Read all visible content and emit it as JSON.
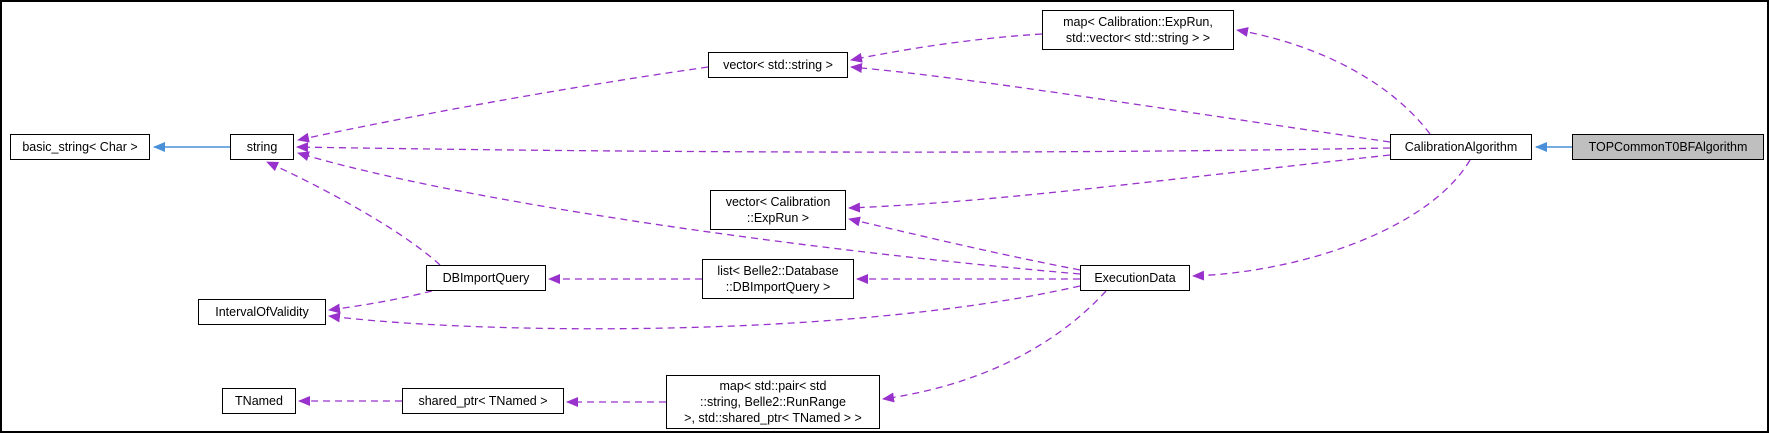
{
  "diagram": {
    "kind": "doxygen-collaboration-graph",
    "current_class": "TOPCommonT0BFAlgorithm",
    "colors": {
      "usage_edge": "#9932cc",
      "inheritance_edge": "#4a90d9",
      "node_fill": "#ffffff",
      "node_border": "#000000",
      "current_node_fill": "#bfbfbf"
    },
    "nodes": {
      "basic_string": {
        "lines": [
          "basic_string< Char >"
        ]
      },
      "string": {
        "lines": [
          "string"
        ]
      },
      "vector_string": {
        "lines": [
          "vector< std::string >"
        ]
      },
      "map_exprun": {
        "lines": [
          "map< Calibration::ExpRun,",
          "std::vector< std::string > >"
        ]
      },
      "calibration_algorithm": {
        "lines": [
          "CalibrationAlgorithm"
        ]
      },
      "top_common_t0bf_algorithm": {
        "lines": [
          "TOPCommonT0BFAlgorithm"
        ]
      },
      "vector_exprun": {
        "lines": [
          "vector< Calibration",
          "::ExpRun >"
        ]
      },
      "db_import_query": {
        "lines": [
          "DBImportQuery"
        ]
      },
      "list_db_import_query": {
        "lines": [
          "list< Belle2::Database",
          "::DBImportQuery >"
        ]
      },
      "execution_data": {
        "lines": [
          "ExecutionData"
        ]
      },
      "interval_of_validity": {
        "lines": [
          "IntervalOfValidity"
        ]
      },
      "tnamed": {
        "lines": [
          "TNamed"
        ]
      },
      "shared_ptr_tnamed": {
        "lines": [
          "shared_ptr< TNamed >"
        ]
      },
      "map_pair_runrange": {
        "lines": [
          "map< std::pair< std",
          "::string, Belle2::RunRange",
          " >, std::shared_ptr< TNamed > >"
        ]
      }
    },
    "edges": [
      {
        "from": "vector_string",
        "to": "string",
        "type": "usage"
      },
      {
        "from": "map_exprun",
        "to": "vector_string",
        "type": "usage"
      },
      {
        "from": "calibration_algorithm",
        "to": "map_exprun",
        "type": "usage"
      },
      {
        "from": "calibration_algorithm",
        "to": "vector_string",
        "type": "usage"
      },
      {
        "from": "calibration_algorithm",
        "to": "string",
        "type": "usage"
      },
      {
        "from": "calibration_algorithm",
        "to": "vector_exprun",
        "type": "usage"
      },
      {
        "from": "calibration_algorithm",
        "to": "execution_data",
        "type": "usage"
      },
      {
        "from": "execution_data",
        "to": "vector_exprun",
        "type": "usage"
      },
      {
        "from": "execution_data",
        "to": "list_db_import_query",
        "type": "usage"
      },
      {
        "from": "execution_data",
        "to": "string",
        "type": "usage"
      },
      {
        "from": "execution_data",
        "to": "interval_of_validity",
        "type": "usage"
      },
      {
        "from": "execution_data",
        "to": "map_pair_runrange",
        "type": "usage"
      },
      {
        "from": "db_import_query",
        "to": "string",
        "type": "usage"
      },
      {
        "from": "db_import_query",
        "to": "interval_of_validity",
        "type": "usage"
      },
      {
        "from": "list_db_import_query",
        "to": "db_import_query",
        "type": "usage"
      },
      {
        "from": "map_pair_runrange",
        "to": "shared_ptr_tnamed",
        "type": "usage"
      },
      {
        "from": "shared_ptr_tnamed",
        "to": "tnamed",
        "type": "usage"
      },
      {
        "from": "string",
        "to": "basic_string",
        "type": "inheritance"
      },
      {
        "from": "top_common_t0bf_algorithm",
        "to": "calibration_algorithm",
        "type": "inheritance"
      }
    ]
  }
}
